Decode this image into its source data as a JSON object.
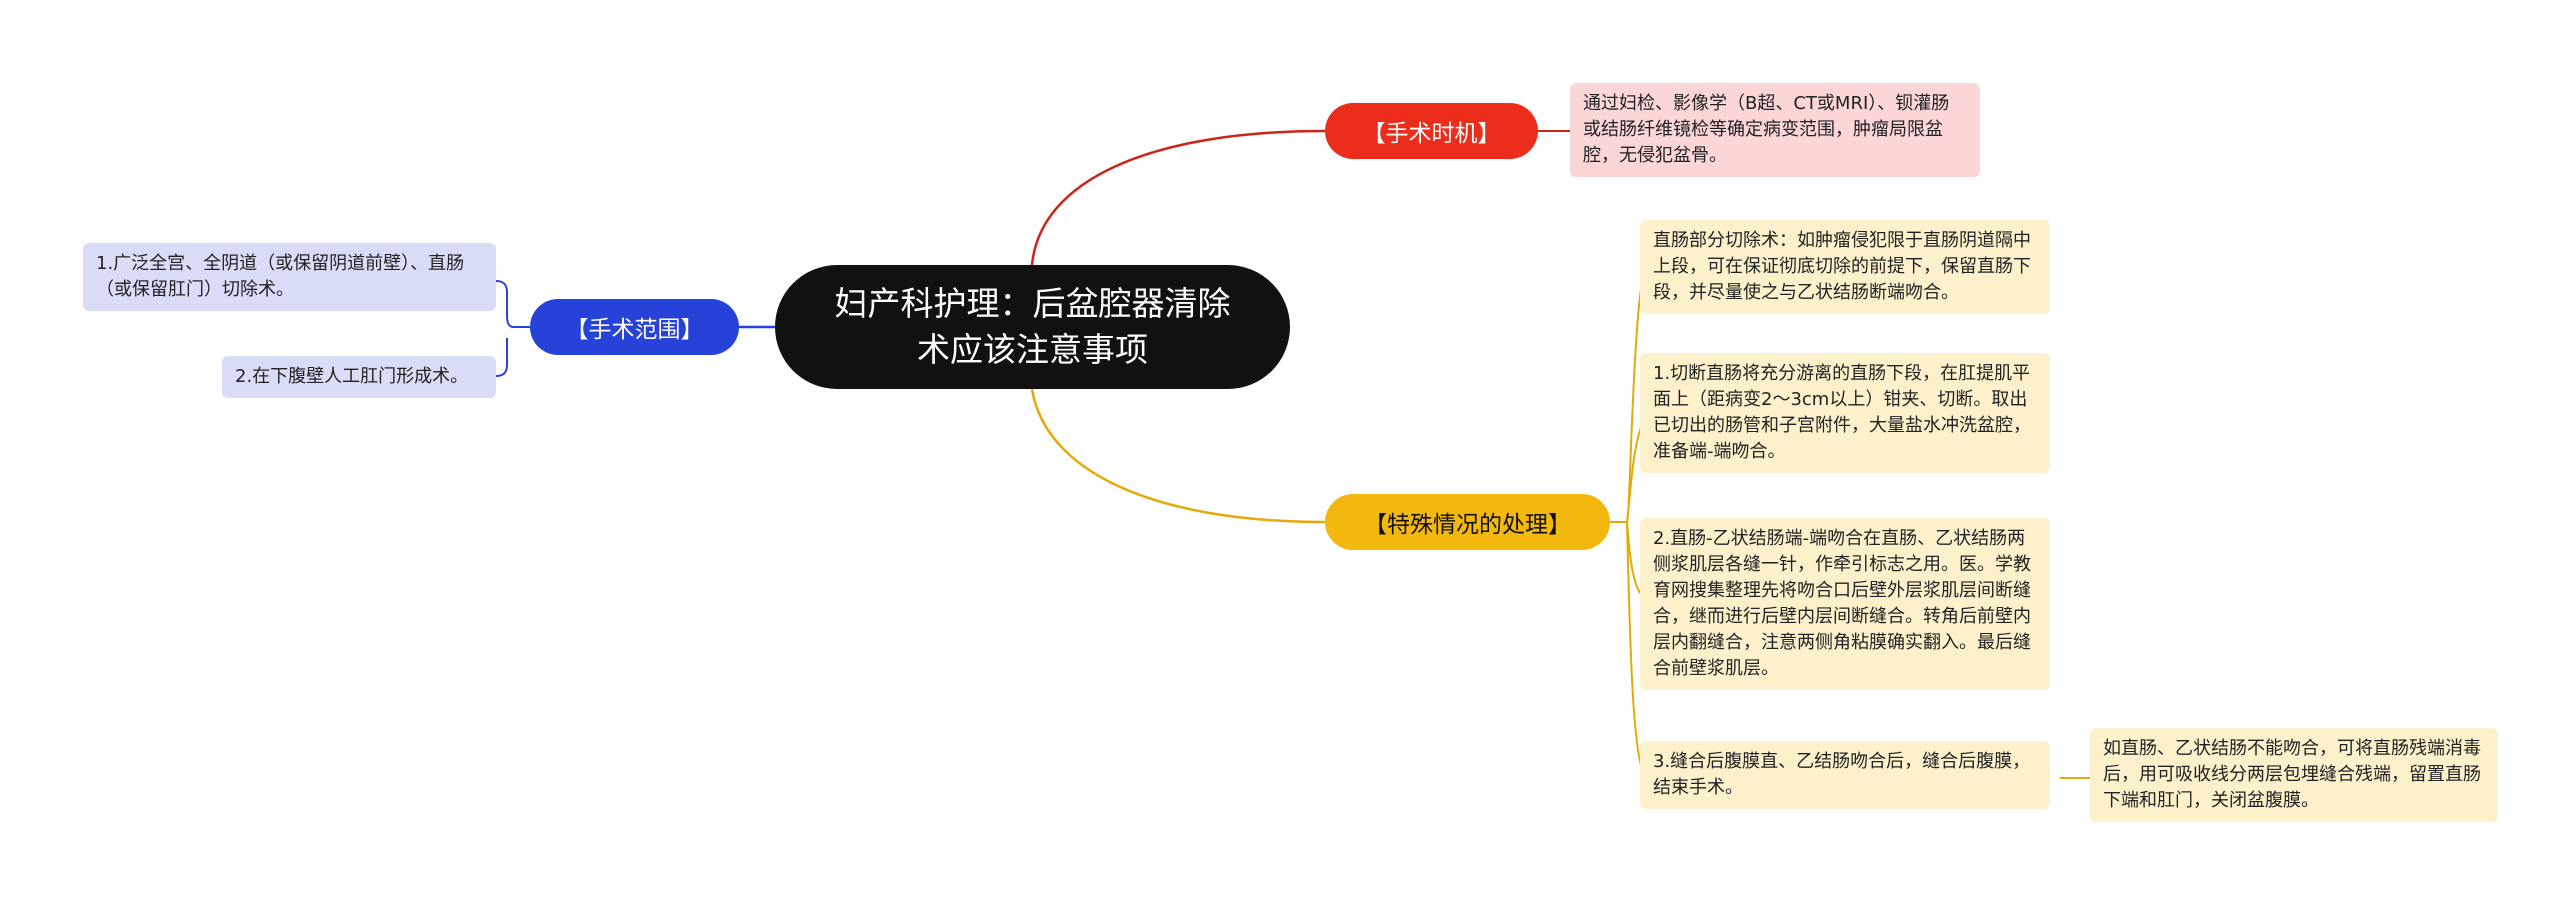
{
  "root": {
    "title": "妇产科护理：后盆腔器清除术应该注意事项"
  },
  "branches": {
    "timing": {
      "label": "【手术时机】",
      "leaves": [
        "通过妇检、影像学（B超、CT或MRI）、钡灌肠或结肠纤维镜检等确定病变范围，肿瘤局限盆腔，无侵犯盆骨。"
      ]
    },
    "scope": {
      "label": "【手术范围】",
      "leaves": [
        "1.广泛全宫、全阴道（或保留阴道前壁）、直肠（或保留肛门）切除术。",
        "2.在下腹壁人工肛门形成术。"
      ]
    },
    "special": {
      "label": "【特殊情况的处理】",
      "leaves": [
        "直肠部分切除术：如肿瘤侵犯限于直肠阴道隔中上段，可在保证彻底切除的前提下，保留直肠下段，并尽量使之与乙状结肠断端吻合。",
        "1.切断直肠将充分游离的直肠下段，在肛提肌平面上（距病变2～3cm以上）钳夹、切断。取出已切出的肠管和子宫附件，大量盐水冲洗盆腔，准备端-端吻合。",
        "2.直肠-乙状结肠端-端吻合在直肠、乙状结肠两侧浆肌层各缝一针，作牵引标志之用。医。学教育网搜集整理先将吻合口后壁外层浆肌层间断缝合，继而进行后壁内层间断缝合。转角后前壁内层内翻缝合，注意两侧角粘膜确实翻入。最后缝合前壁浆肌层。",
        "3.缝合后腹膜直、乙结肠吻合后，缝合后腹膜，结束手术。"
      ],
      "subleaf": "如直肠、乙状结肠不能吻合，可将直肠残端消毒后，用可吸收线分两层包埋缝合残端，留置直肠下端和肛门，关闭盆腹膜。"
    }
  },
  "colors": {
    "root": "#111111",
    "timing": "#ec2d1c",
    "scope": "#2742d8",
    "special": "#f2b80e",
    "timing_leaf": "#fbd6d6",
    "scope_leaf": "#d9dcf7",
    "special_leaf": "#fdf1cc"
  }
}
